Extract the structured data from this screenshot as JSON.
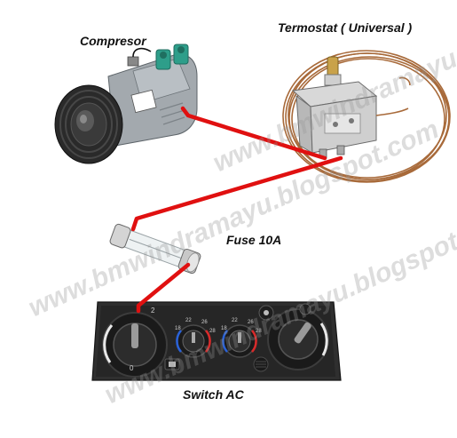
{
  "labels": {
    "compressor": "Compresor",
    "thermostat": "Termostat ( Universal )",
    "fuse": "Fuse 10A",
    "switch": "Switch AC"
  },
  "watermark": {
    "text": "www.bmwindramayu.blogspot.com"
  },
  "panel_dial_marks": {
    "temp_left": [
      "18",
      "22",
      "26",
      "28"
    ],
    "temp_right": [
      "18",
      "22",
      "26",
      "28"
    ],
    "fan": [
      "0",
      "2"
    ]
  },
  "colors": {
    "wire": "#e01010",
    "compressor_body": "#9aa0a6",
    "clutch": "#2a2a2a",
    "connector": "#2e9e8a",
    "panel": "#2b2b2b",
    "fuse_cap": "#c8c8c8",
    "capillary": "#b07040"
  }
}
